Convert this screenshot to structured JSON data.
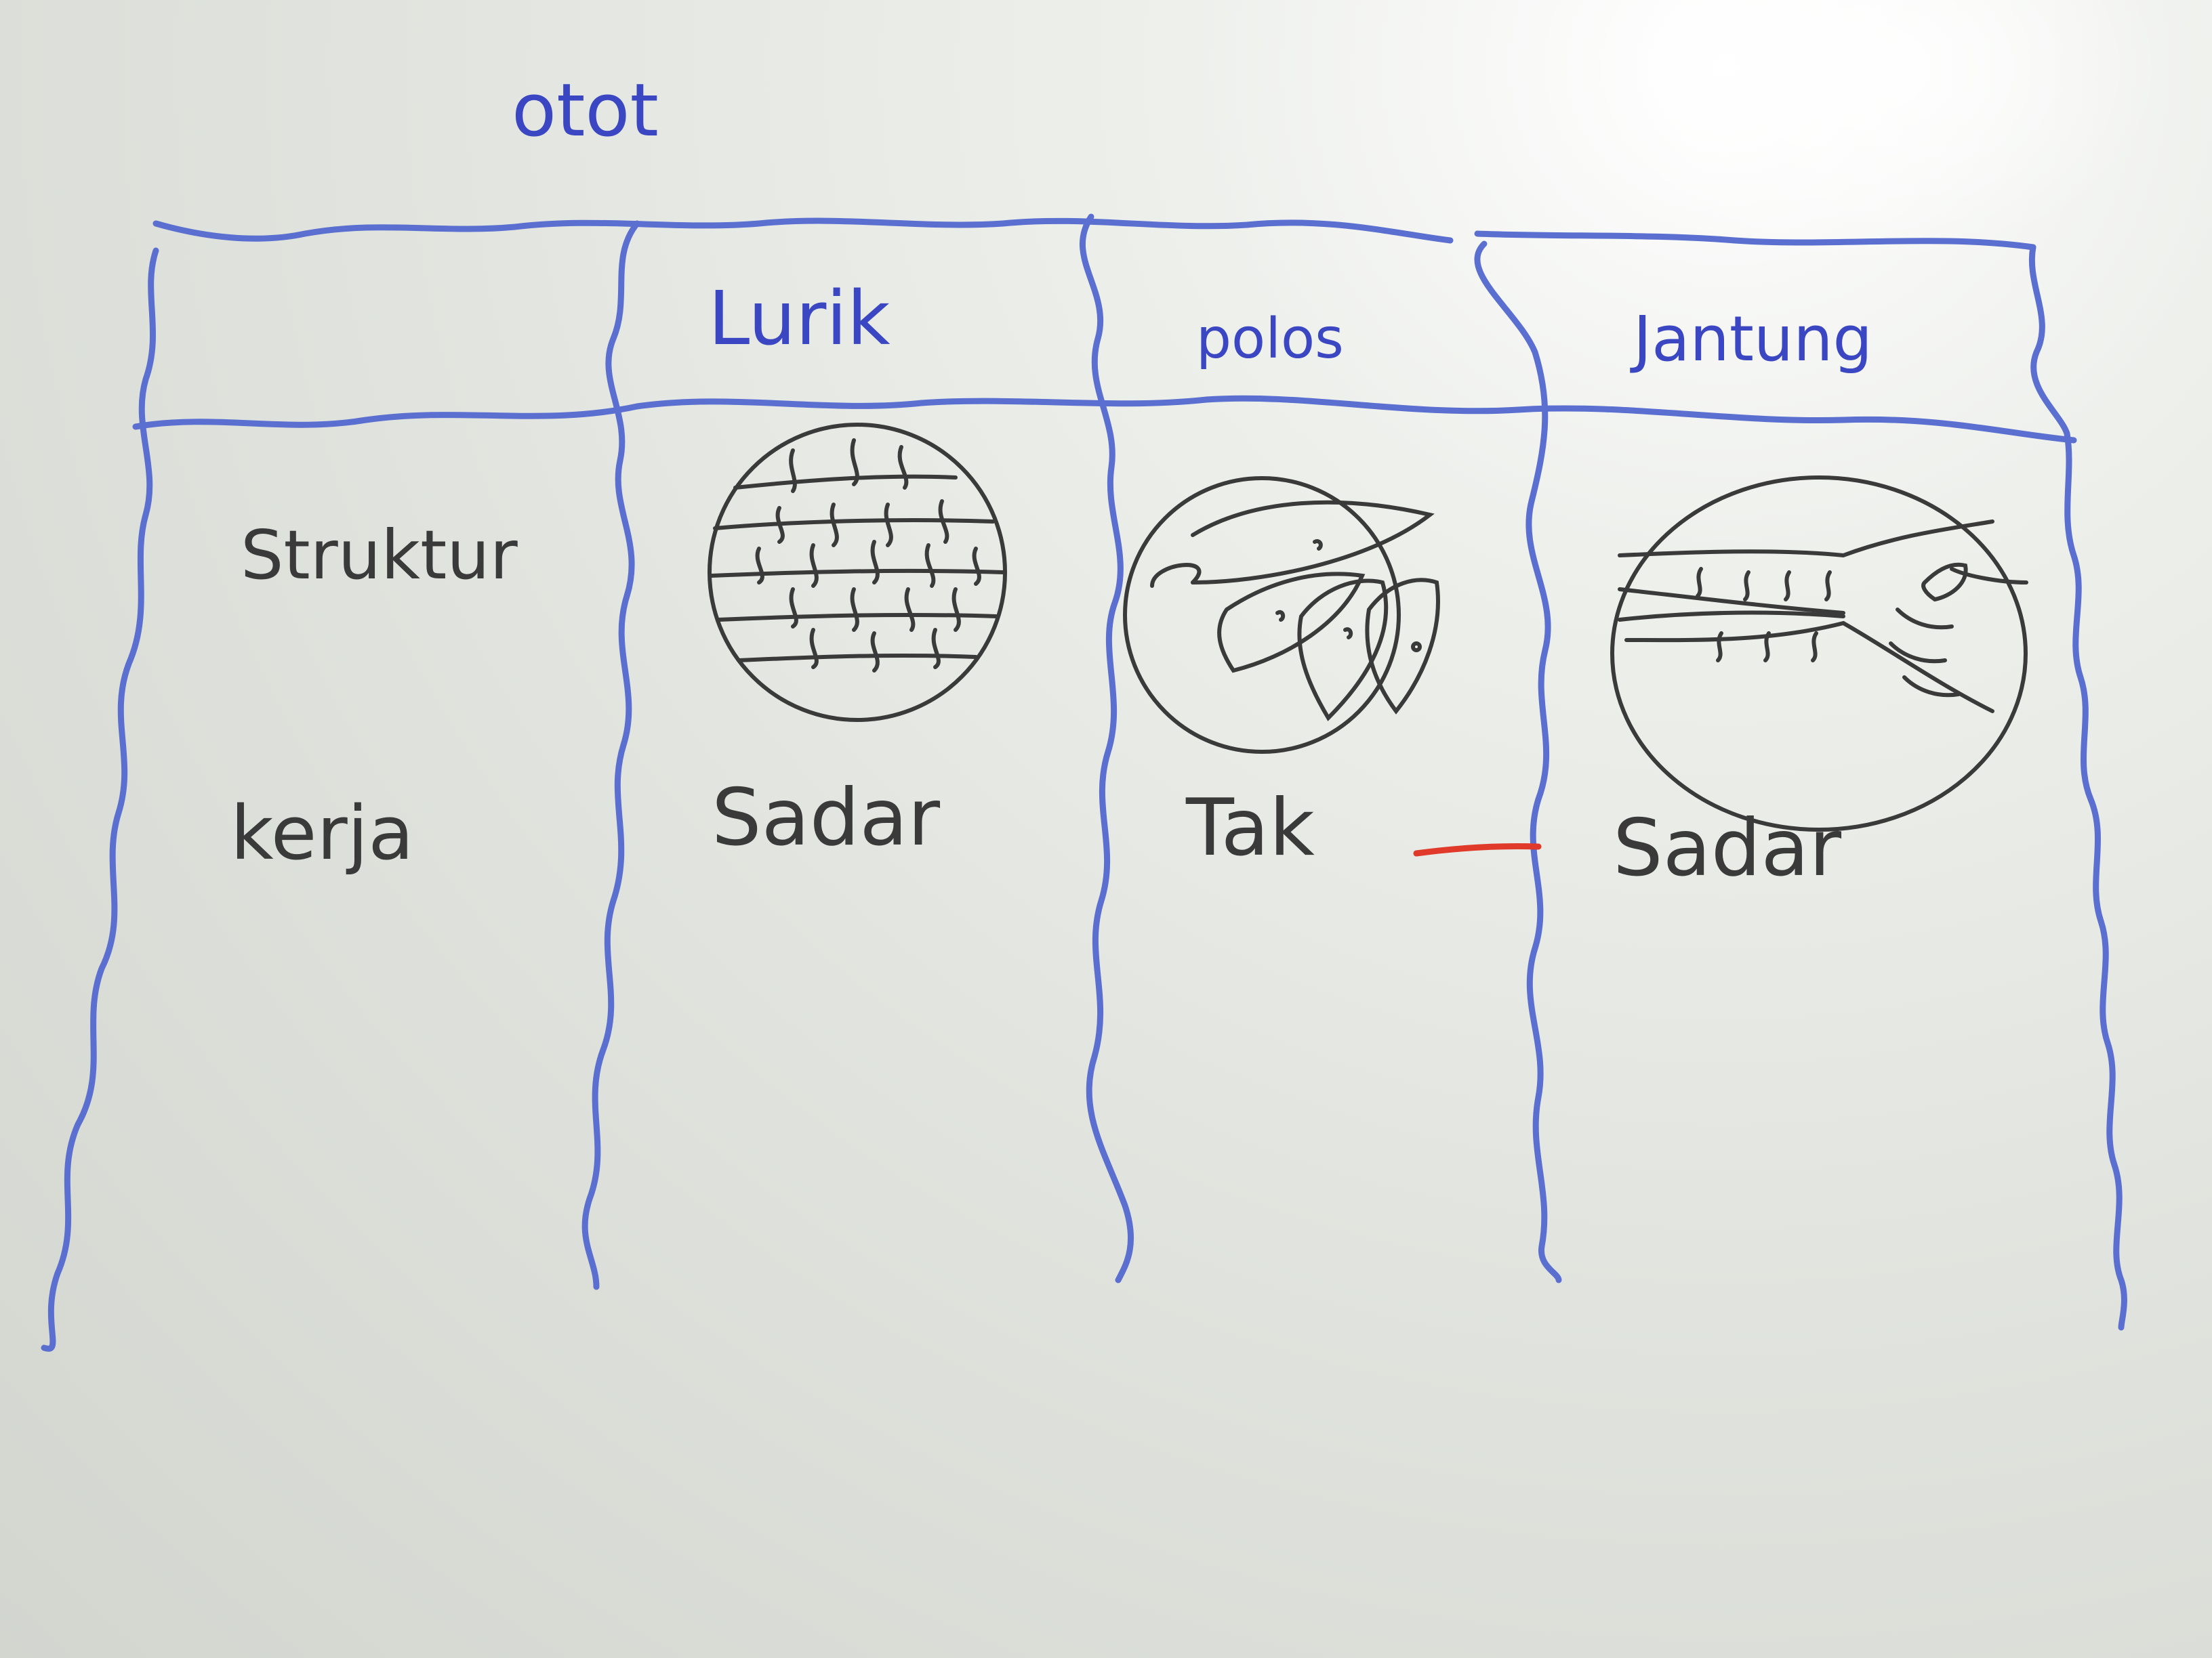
{
  "title": "otot",
  "table": {
    "columns": [
      "",
      "Lurik",
      "polos",
      "Jantung"
    ],
    "rows": [
      {
        "label": "Struktur",
        "cells": [
          "",
          "",
          ""
        ]
      },
      {
        "label": "kerja",
        "cells": [
          "Sadar",
          "Tak",
          "Sadar"
        ]
      }
    ]
  },
  "colors": {
    "board": "#e1e4de",
    "blue_marker": "#3a46c2",
    "black_marker": "#3a3a3a",
    "red_marker": "#e03a2a"
  },
  "sketches": [
    "skeletal-muscle-sketch",
    "smooth-muscle-sketch",
    "cardiac-muscle-sketch"
  ]
}
